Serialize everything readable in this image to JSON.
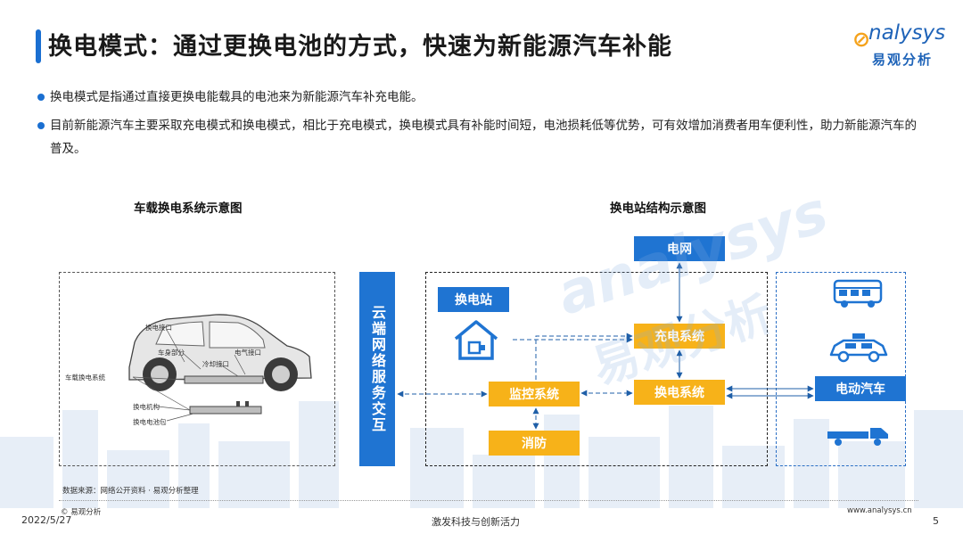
{
  "header": {
    "title": "换电模式：通过更换电池的方式，快速为新能源汽车补能",
    "logo_en": "nalysys",
    "logo_cn": "易观分析"
  },
  "bullets": [
    "换电模式是指通过直接更换电能载具的电池来为新能源汽车补充电能。",
    "目前新能源汽车主要采取充电模式和换电模式，相比于充电模式，换电模式具有补能时间短，电池损耗低等优势，可有效增加消费者用车便利性，助力新能源汽车的普及。"
  ],
  "left_diagram": {
    "caption": "车载换电系统示意图",
    "labels": {
      "port": "换电接口",
      "body": "车身部分",
      "elec_port": "电气接口",
      "cooling_port": "冷却接口",
      "system": "车载换电系统",
      "mechanism": "换电机构",
      "battery": "换电电池包"
    }
  },
  "right_diagram": {
    "caption": "换电站结构示意图",
    "cloud": "云端网络服务交互",
    "grid": "电网",
    "station": "换电站",
    "charging": "充电系统",
    "monitoring": "监控系统",
    "swapping": "换电系统",
    "fire": "消防",
    "ev": "电动汽车"
  },
  "colors": {
    "blue": "#1f74d2",
    "yellow": "#f7b219"
  },
  "watermark": {
    "en": "analysys",
    "cn": "易观分析"
  },
  "footer": {
    "source": "数据来源：网络公开资料 · 易观分析整理",
    "copyright": "© 易观分析",
    "date": "2022/5/27",
    "slogan": "激发科技与创新活力",
    "url": "www.analysys.cn",
    "page": "5"
  }
}
